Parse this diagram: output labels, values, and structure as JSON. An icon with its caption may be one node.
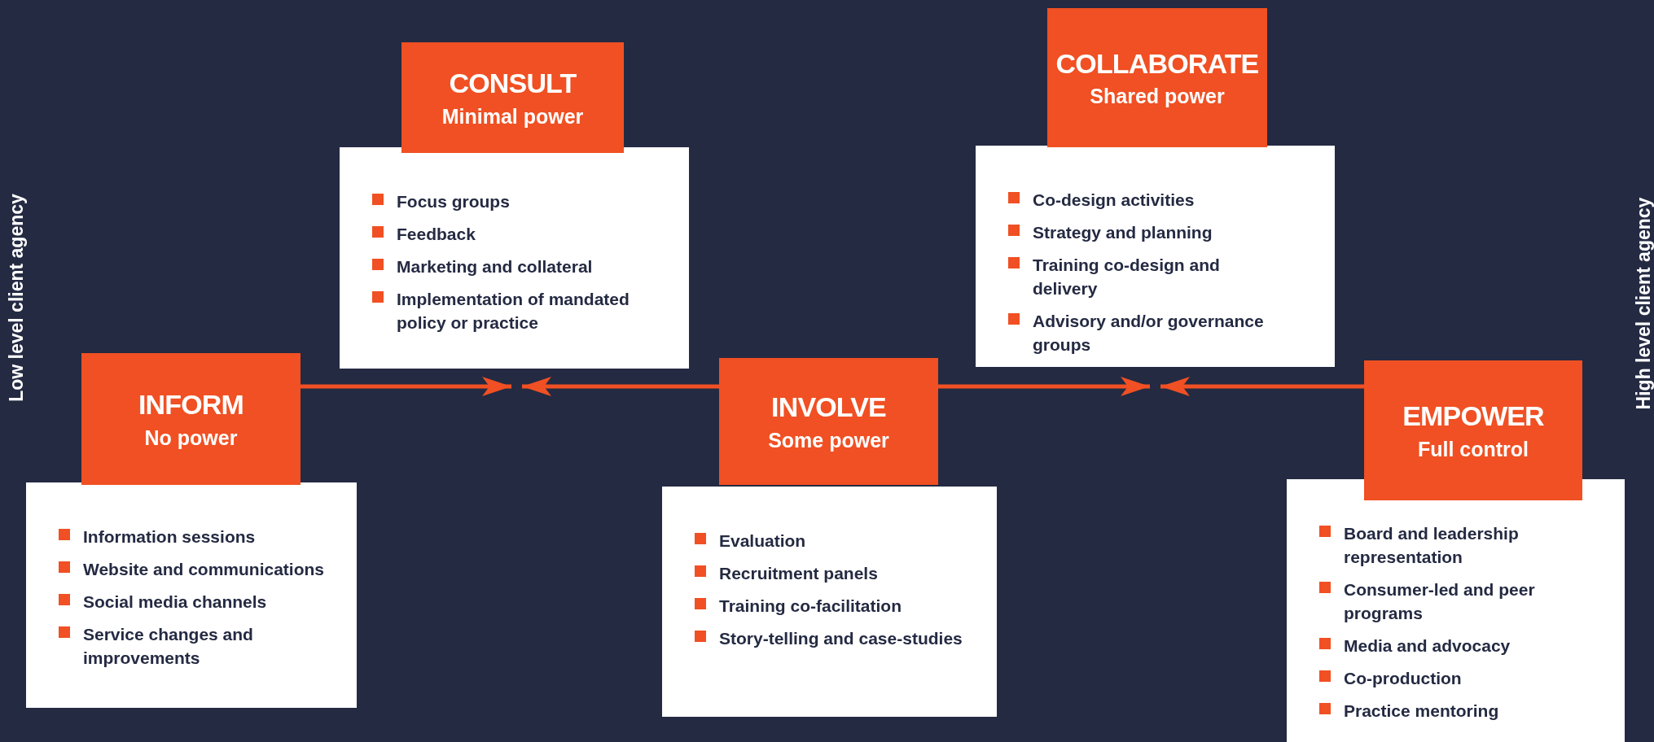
{
  "diagram": {
    "nodes": [
      {
        "text": [
          "INFORM",
          "No power"
        ]
      },
      {
        "text": [
          "Information sessions",
          "Website and communications",
          "Social media channels",
          "Service changes and improvements"
        ]
      },
      {
        "text": [
          "CONSULT",
          "Minimal power"
        ]
      },
      {
        "text": [
          "Focus groups",
          "Feedback",
          "Marketing and collateral",
          "Implementation of mandated policy or practice"
        ]
      },
      {
        "text": [
          "INVOLVE",
          "Some power"
        ]
      },
      {
        "text": [
          "Evaluation",
          "Recruitment panels",
          "Training co-facilitation",
          "Story-telling and case-studies"
        ]
      },
      {
        "text": [
          "COLLABORATE",
          "Shared power"
        ]
      },
      {
        "text": [
          "Co-design activities",
          "Strategy and planning",
          "Training co-design and delivery",
          "Advisory and/or governance groups"
        ]
      },
      {
        "text": [
          "EMPOWER",
          "Full control"
        ]
      },
      {
        "text": [
          "Board and leadership representation",
          "Consumer-led and peer programs",
          "Media and advocacy",
          "Co-production",
          "Practice mentoring"
        ]
      }
    ],
    "edges": [
      {
        "from": 0,
        "to": 3,
        "arrow": "to"
      },
      {
        "from": 4,
        "to": 3,
        "arrow": "to"
      },
      {
        "from": 4,
        "to": 7,
        "arrow": "to"
      },
      {
        "from": 8,
        "to": 7,
        "arrow": "to"
      }
    ],
    "labels": [
      "Low level client agency",
      "High level client agency"
    ]
  }
}
